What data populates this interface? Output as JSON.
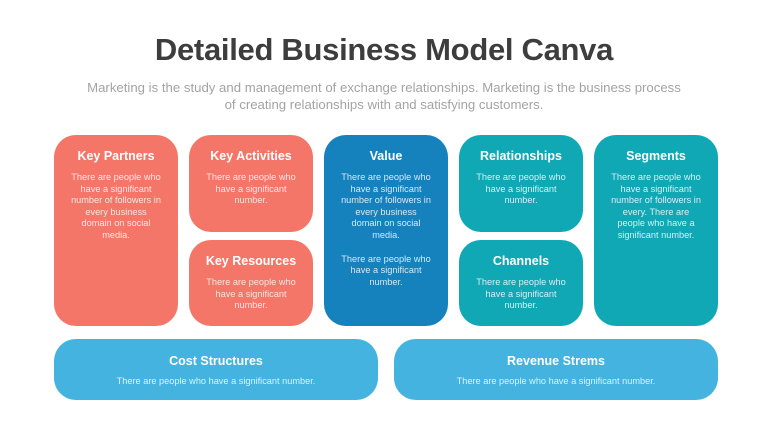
{
  "header": {
    "title": "Detailed Business Model Canva",
    "subtitle": "Marketing is the study and management of exchange relationships. Marketing is the business process of creating relationships with and satisfying customers."
  },
  "colors": {
    "coral": "#f47668",
    "dark_blue": "#1682bd",
    "teal": "#11a8b5",
    "sky_blue": "#45b3e0"
  },
  "blocks": {
    "key_partners": {
      "title": "Key Partners",
      "body": "There are people who have a significant number of followers in every business domain on social media."
    },
    "key_activities": {
      "title": "Key Activities",
      "body": "There are people who have a significant number."
    },
    "key_resources": {
      "title": "Key Resources",
      "body": "There are people who have a significant number."
    },
    "value": {
      "title": "Value",
      "body": "There are people who have a significant number of followers in every business domain on social media.",
      "body2": "There are people who have a significant number."
    },
    "relationships": {
      "title": "Relationships",
      "body": "There are people who have a significant number."
    },
    "channels": {
      "title": "Channels",
      "body": "There are people who have a significant number."
    },
    "segments": {
      "title": "Segments",
      "body": "There are people who have a significant number of followers in every. There are people who have a significant number."
    },
    "cost_structures": {
      "title": "Cost Structures",
      "body": "There are people who have a significant number."
    },
    "revenue_streams": {
      "title": "Revenue Strems",
      "body": "There are people who have a significant number."
    }
  }
}
